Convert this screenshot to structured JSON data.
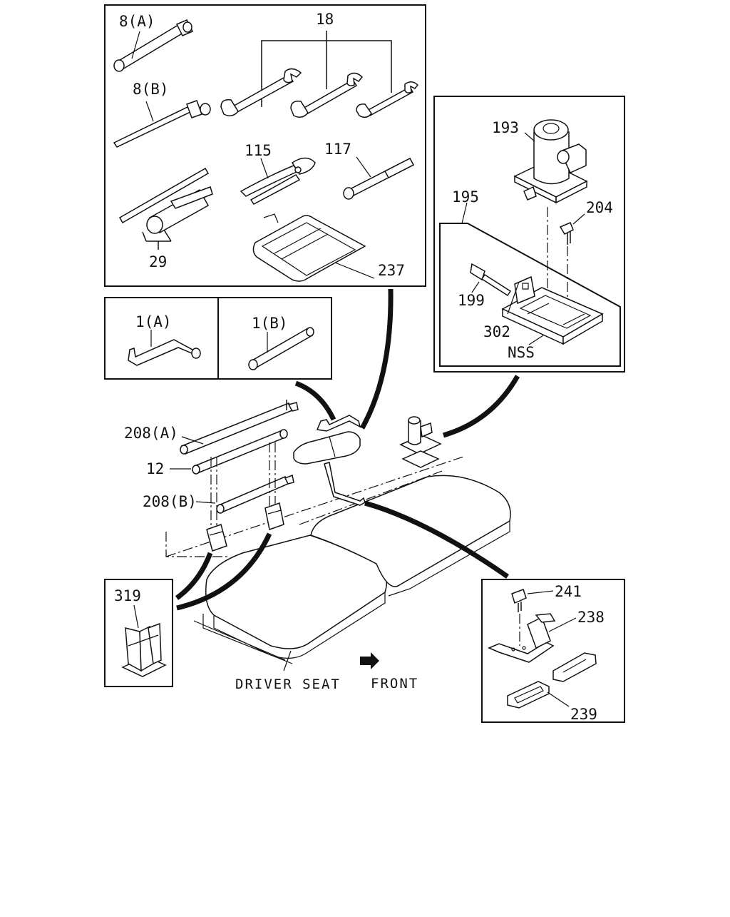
{
  "labels": {
    "p8a": "8(A)",
    "p8b": "8(B)",
    "p18": "18",
    "p115": "115",
    "p117": "117",
    "p29": "29",
    "p237": "237",
    "p1a": "1(A)",
    "p1b": "1(B)",
    "p193": "193",
    "p195": "195",
    "p204": "204",
    "p199": "199",
    "p302": "302",
    "nss": "NSS",
    "p208a": "208(A)",
    "p12": "12",
    "p208b": "208(B)",
    "p319": "319",
    "p241": "241",
    "p238": "238",
    "p239": "239"
  },
  "captions": {
    "driver_seat": "DRIVER SEAT",
    "front": "FRONT"
  }
}
